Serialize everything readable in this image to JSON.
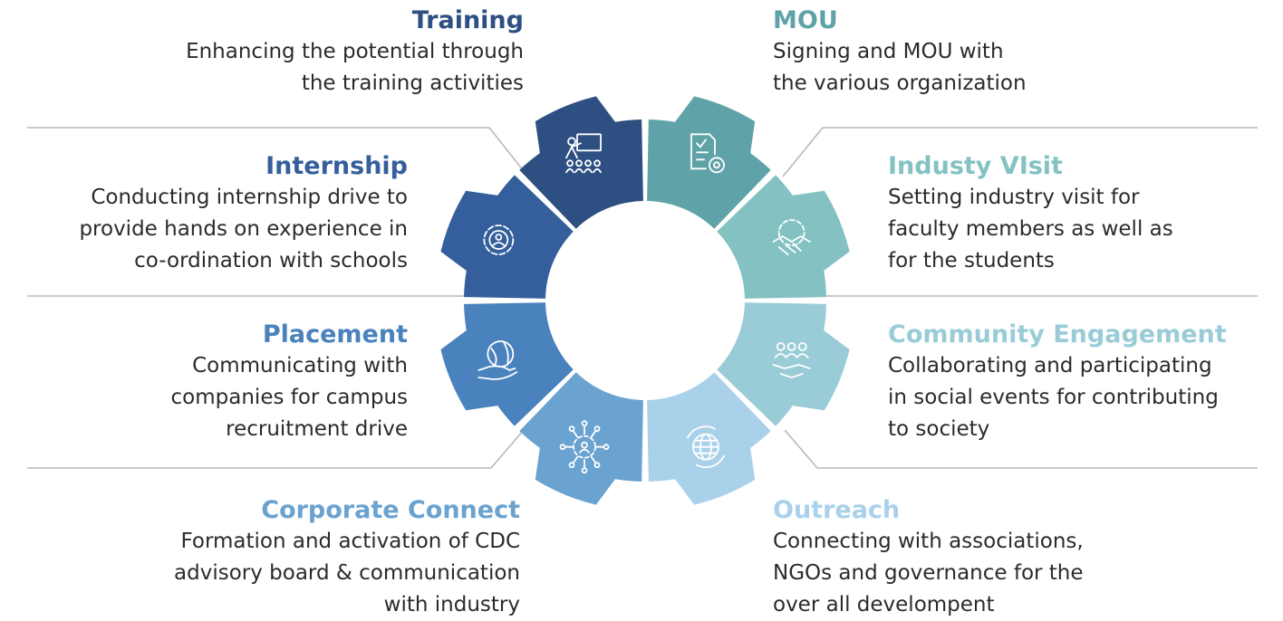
{
  "colors": {
    "training": "#2d4f82",
    "internship": "#355f9c",
    "placement": "#4a82bd",
    "corporate": "#6aa2d0",
    "mou": "#5fa3a8",
    "industry": "#84c1c2",
    "community": "#99ccd7",
    "outreach": "#a9d1ea",
    "line": "#b9b9b9"
  },
  "segments": [
    {
      "key": "training",
      "title": "Training",
      "title_color": "#2d4f82",
      "icon": "presentation-board-icon",
      "description": "Enhancing the potential through\nthe training activities"
    },
    {
      "key": "mou",
      "title": "MOU",
      "title_color": "#5fa3a8",
      "icon": "document-gear-icon",
      "description": "Signing and MOU with\nthe various organization"
    },
    {
      "key": "internship",
      "title": "Internship",
      "title_color": "#355f9c",
      "icon": "person-gear-icon",
      "description": "Conducting internship drive to\nprovide hands on experience in\nco-ordination with schools"
    },
    {
      "key": "industry",
      "title": "Industy VIsit",
      "title_color": "#84c1c2",
      "icon": "handshake-gear-icon",
      "description": "Setting industry visit for\nfaculty members as well as\nfor the students"
    },
    {
      "key": "placement",
      "title": "Placement",
      "title_color": "#4a82bd",
      "icon": "hand-globe-icon",
      "description": "Communicating with\ncompanies for campus\nrecruitment drive"
    },
    {
      "key": "community",
      "title": "Community Engagement",
      "title_color": "#99ccd7",
      "icon": "group-handshake-icon",
      "description": "Collaborating and participating\nin social events for contributing\nto society"
    },
    {
      "key": "corporate",
      "title": "Corporate Connect",
      "title_color": "#6aa2d0",
      "icon": "network-gear-icon",
      "description": "Formation and activation of CDC\nadvisory board & communication\nwith industry"
    },
    {
      "key": "outreach",
      "title": "Outreach",
      "title_color": "#a9d1ea",
      "icon": "globe-cycle-icon",
      "description": "Connecting with associations,\nNGOs and governance for the\nover all develompent"
    }
  ]
}
